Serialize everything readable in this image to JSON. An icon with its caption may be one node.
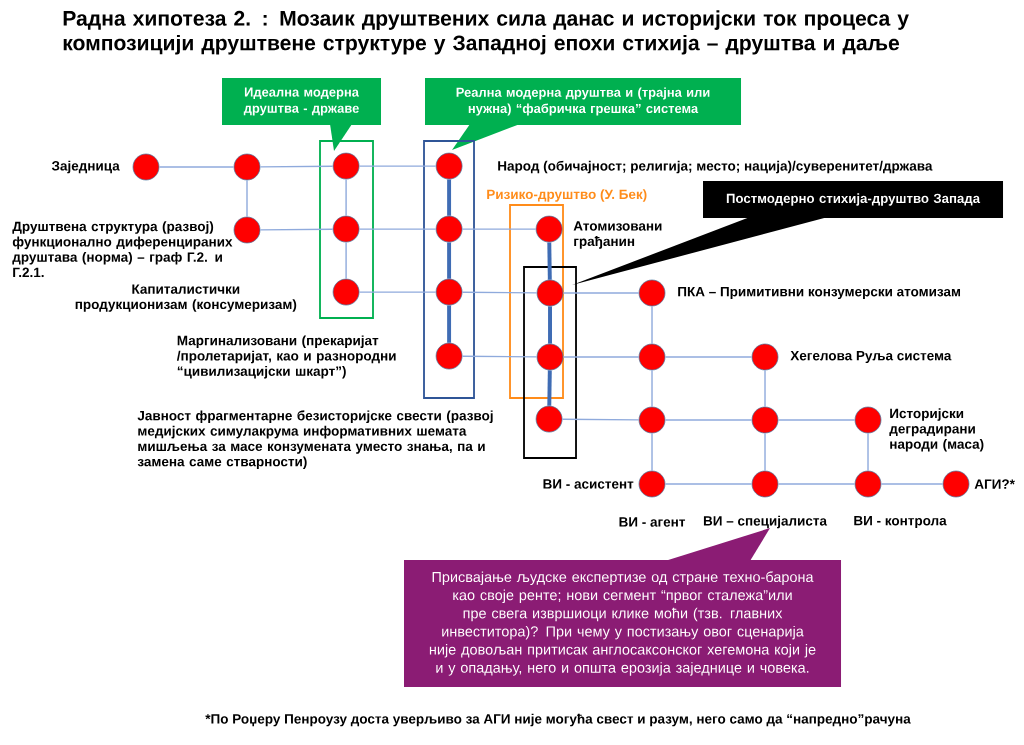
{
  "diagram": {
    "title": "Радна хипотеза 2. : Мозаик друштвених сила данас и историјски ток процеса у композицији друштвене структуре у Западној епохи стихија – друштва и даље",
    "nodes": [
      {
        "text": [
          "Идеална модерна друштва - државе"
        ]
      },
      {
        "text": [
          "Реална модерна друштва и (трајна или нужна)  “фабричка грешка” система"
        ]
      },
      {
        "text": [
          "Постмодерно стихија-друштво Запада"
        ]
      },
      {
        "text": [],
        "shape": "box"
      },
      {
        "text": [],
        "shape": "box"
      },
      {
        "text": [
          "Ризико-друштво (У. Бек)"
        ]
      },
      {
        "text": [],
        "shape": "box"
      },
      {
        "text": [],
        "shape": "circle",
        "beside": [
          "Заједница"
        ]
      },
      {
        "text": [],
        "shape": "circle"
      },
      {
        "text": [],
        "shape": "circle",
        "in": 3
      },
      {
        "text": [],
        "shape": "circle",
        "in": 4
      },
      {
        "text": [],
        "shape": "circle",
        "beside": [
          "Друштвена структура (развој) функционално диференцираних друштава (норма) – граф Г.2. и Г.2.1."
        ]
      },
      {
        "text": [],
        "shape": "circle",
        "in": 3
      },
      {
        "text": [],
        "shape": "circle",
        "in": 4
      },
      {
        "text": [],
        "shape": "circle",
        "in": 5
      },
      {
        "text": [],
        "shape": "circle",
        "in": 3,
        "beside": [
          "Капиталистички продукционизам (консумеризам)"
        ]
      },
      {
        "text": [],
        "shape": "circle",
        "in": 4
      },
      {
        "text": [],
        "shape": "circle"
      },
      {
        "text": [],
        "shape": "circle"
      },
      {
        "text": [],
        "shape": "circle",
        "in": 4,
        "beside": [
          "Маргинализовани (прекаријат /пролетаријат, као и разнородни “цивилизацијски шкарт”)"
        ]
      },
      {
        "text": [],
        "shape": "circle"
      },
      {
        "text": [],
        "shape": "circle"
      },
      {
        "text": [],
        "shape": "circle",
        "beside": [
          "Хегелова Руља система"
        ]
      },
      {
        "text": [],
        "shape": "circle",
        "in": 6,
        "beside": [
          "Јавност фрагментарне безисторијске свести (развој медијских симулакрума информативних шемата мишљења за масе конзумената уместо знања, па и замена саме стварности)"
        ]
      },
      {
        "text": [],
        "shape": "circle"
      },
      {
        "text": [],
        "shape": "circle"
      },
      {
        "text": [],
        "shape": "circle",
        "beside": [
          "Историјски деградирани народи (маса)"
        ]
      },
      {
        "text": [],
        "shape": "circle",
        "beside": [
          "ВИ - асистент"
        ]
      },
      {
        "text": [],
        "shape": "circle"
      },
      {
        "text": [],
        "shape": "circle",
        "beside": [
          "ВИ - контрола"
        ]
      },
      {
        "text": [],
        "shape": "circle",
        "beside": [
          "АГИ?*"
        ]
      },
      {
        "text": [
          "ВИ – специјалиста"
        ]
      },
      {
        "text": [
          "Присвајање људске експертизе од стране техно-барона као своје ренте; нови сегмент “првог  сталежа”или пре свега извршиоци клике моћи (тзв. главних инвеститора)? При чему у постизању овог сценарија није довољан притисак англосаксонског хегемона који је и у опадању, него и општа ерозија заједнице и човека."
        ]
      }
    ],
    "edges": [
      {
        "from": 7,
        "to": 8,
        "arrow": "none"
      },
      {
        "from": 8,
        "to": 9,
        "arrow": "none"
      },
      {
        "from": 9,
        "to": 10,
        "arrow": "none"
      },
      {
        "from": 11,
        "to": 12,
        "arrow": "none"
      },
      {
        "from": 12,
        "to": 13,
        "arrow": "none"
      },
      {
        "from": 13,
        "to": 14,
        "arrow": "none"
      },
      {
        "from": 15,
        "to": 16,
        "arrow": "none"
      },
      {
        "from": 16,
        "to": 17,
        "arrow": "none"
      },
      {
        "from": 17,
        "to": 18,
        "arrow": "none"
      },
      {
        "from": 19,
        "to": 20,
        "arrow": "none"
      },
      {
        "from": 20,
        "to": 21,
        "arrow": "none"
      },
      {
        "from": 21,
        "to": 22,
        "arrow": "none"
      },
      {
        "from": 23,
        "to": 24,
        "arrow": "none"
      },
      {
        "from": 24,
        "to": 25,
        "arrow": "none"
      },
      {
        "from": 25,
        "to": 26,
        "arrow": "none"
      },
      {
        "from": 27,
        "to": 28,
        "arrow": "none"
      },
      {
        "from": 28,
        "to": 29,
        "arrow": "none"
      },
      {
        "from": 29,
        "to": 30,
        "arrow": "none"
      },
      {
        "from": 8,
        "to": 11,
        "arrow": "none"
      },
      {
        "from": 9,
        "to": 12,
        "arrow": "none"
      },
      {
        "from": 12,
        "to": 15,
        "arrow": "none"
      },
      {
        "from": 10,
        "to": 13,
        "arrow": "none",
        "style": "thick",
        "color": "#3f6cb4"
      },
      {
        "from": 13,
        "to": 16,
        "arrow": "none",
        "style": "thick",
        "color": "#3f6cb4"
      },
      {
        "from": 16,
        "to": 19,
        "arrow": "none",
        "style": "thick",
        "color": "#3f6cb4"
      },
      {
        "from": 14,
        "to": 17,
        "arrow": "none",
        "style": "thick",
        "color": "#3f6cb4"
      },
      {
        "from": 17,
        "to": 20,
        "arrow": "none",
        "style": "thick",
        "color": "#3f6cb4"
      },
      {
        "from": 20,
        "to": 23,
        "arrow": "none",
        "style": "thick",
        "color": "#3f6cb4"
      },
      {
        "from": 18,
        "to": 21,
        "arrow": "none"
      },
      {
        "from": 21,
        "to": 24,
        "arrow": "none"
      },
      {
        "from": 24,
        "to": 27,
        "arrow": "none"
      },
      {
        "from": 22,
        "to": 25,
        "arrow": "none"
      },
      {
        "from": 25,
        "to": 28,
        "arrow": "none"
      },
      {
        "from": 26,
        "to": 29,
        "arrow": "none"
      }
    ],
    "labels": [
      "Народ (обичајност; религија; место; нација)/суверенитет/држава",
      "Атомизовани грађанин",
      "ПКА – Примитивни конзумерски атомизам",
      "ВИ - агент",
      "*По Роџеру Пенроузу доста уверљиво за АГИ није могућа свест и разум, него само да “напредно”рачуна"
    ]
  }
}
